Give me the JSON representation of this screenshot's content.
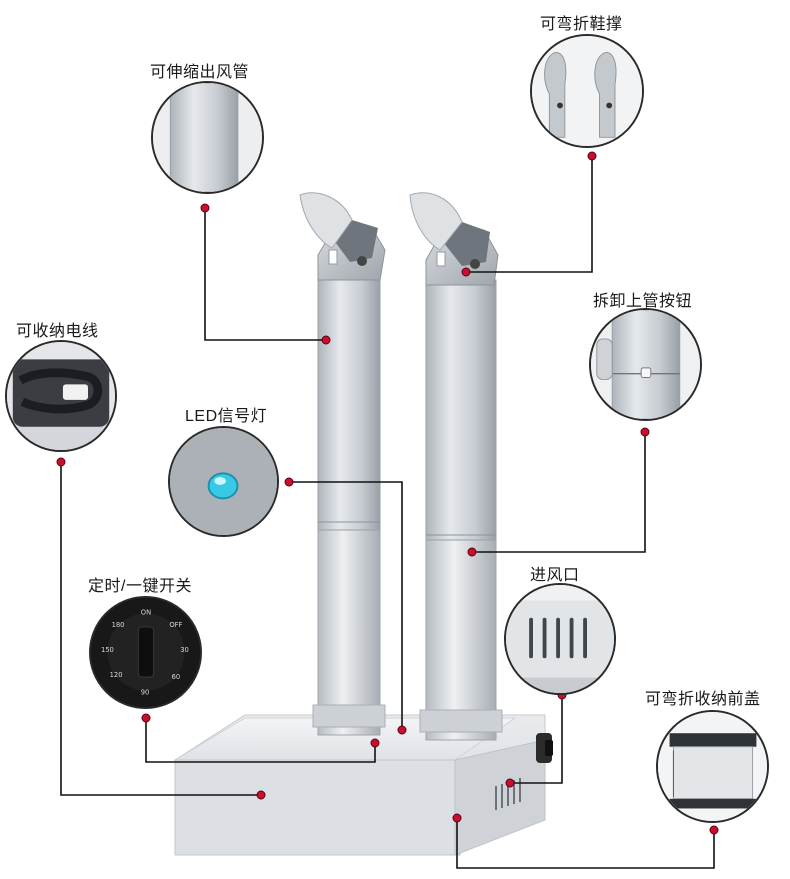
{
  "callouts": {
    "extend_tube": "可伸缩出风管",
    "fold_shoe_tree": "可弯折鞋撑",
    "cord_storage": "可收纳电线",
    "release_button": "拆卸上管按钮",
    "led": "LED信号灯",
    "timer_switch": "定时/一键开关",
    "air_inlet": "进风口",
    "fold_front_cover": "可弯折收纳前盖"
  },
  "timer_dial_marks": [
    "ON",
    "180",
    "150",
    "120",
    "90",
    "60",
    "30",
    "OFF"
  ],
  "colors": {
    "leader_line": "#111111",
    "dot": "#c8102e",
    "led": "#37c9e6",
    "tube": "#c9ced4",
    "base": "#e6e8eb"
  }
}
